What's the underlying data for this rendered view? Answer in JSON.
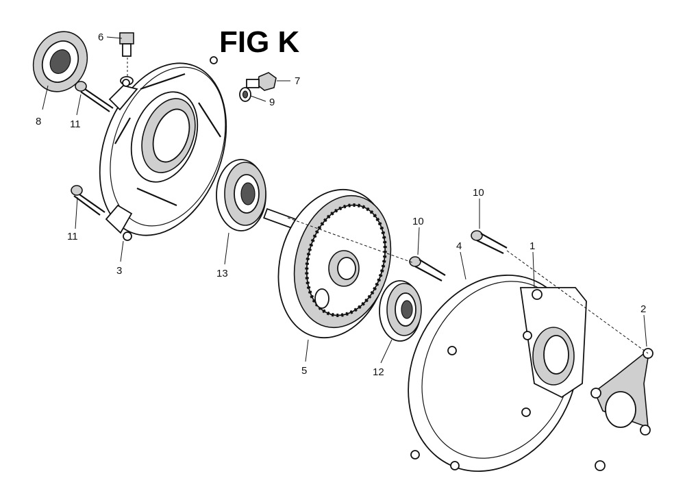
{
  "title": "FIG K",
  "callouts": {
    "c1": "1",
    "c2": "2",
    "c3": "3",
    "c4": "4",
    "c5": "5",
    "c6": "6",
    "c7": "7",
    "c8": "8",
    "c9": "9",
    "c10a": "10",
    "c10b": "10",
    "c11a": "11",
    "c11b": "11",
    "c12": "12",
    "c13": "13"
  }
}
